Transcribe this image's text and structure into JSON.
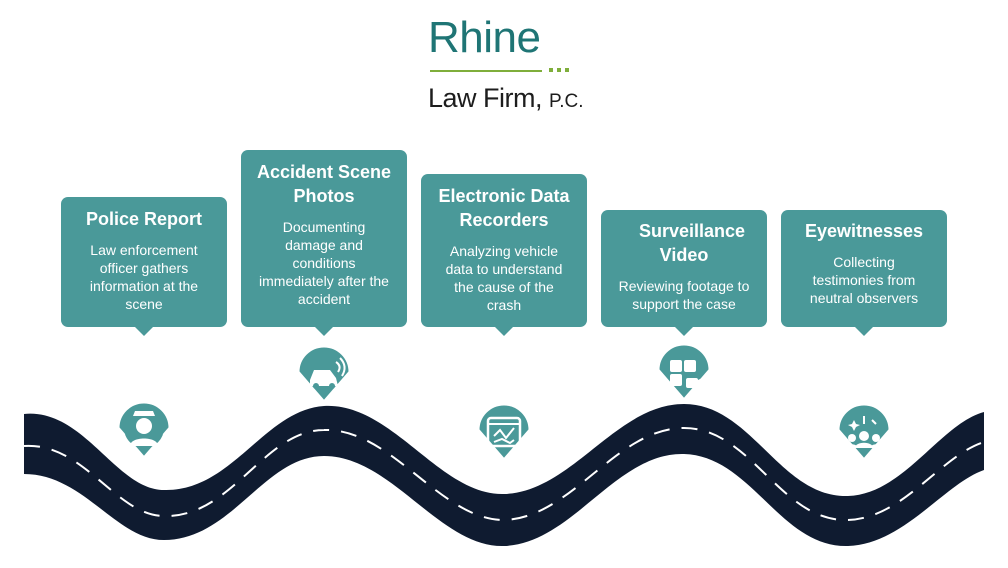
{
  "logo": {
    "brand": "Rhine",
    "sub": "Law Firm,",
    "suffix": "P.C."
  },
  "steps": [
    {
      "title": "Police Report",
      "desc": "Law enforcement officer gathers information at the scene",
      "icon": "police-officer-icon"
    },
    {
      "title": "Accident Scene Photos",
      "desc": "Documenting damage and conditions immediately after the accident",
      "icon": "car-crash-icon"
    },
    {
      "title": "Electronic Data Recorders",
      "desc": "Analyzing vehicle data to understand the cause of the crash",
      "icon": "data-window-icon"
    },
    {
      "title": "Surveillance Video",
      "desc": "Reviewing footage to support the case",
      "icon": "video-camera-icon"
    },
    {
      "title": "Eyewitnesses",
      "desc": "Collecting testimonies from neutral observers",
      "icon": "witnesses-icon"
    }
  ],
  "colors": {
    "teal": "#4a9999",
    "road": "#0f1b30",
    "brand": "#1f7575",
    "accent": "#7fae3b"
  }
}
